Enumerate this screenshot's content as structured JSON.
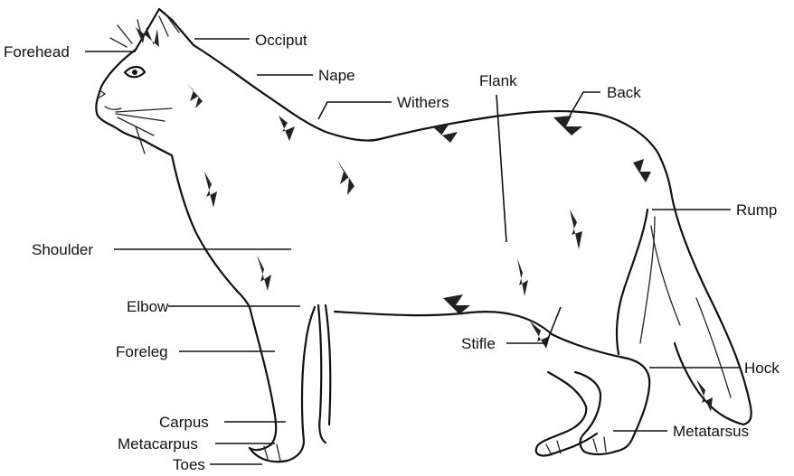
{
  "labels": {
    "forehead": "Forehead",
    "occiput": "Occiput",
    "nape": "Nape",
    "withers": "Withers",
    "flank": "Flank",
    "back": "Back",
    "rump": "Rump",
    "shoulder": "Shoulder",
    "elbow": "Elbow",
    "foreleg": "Foreleg",
    "stifle": "Stifle",
    "hock": "Hock",
    "carpus": "Carpus",
    "metacarpus": "Metacarpus",
    "toes": "Toes",
    "metatarsus": "Metatarsus"
  }
}
